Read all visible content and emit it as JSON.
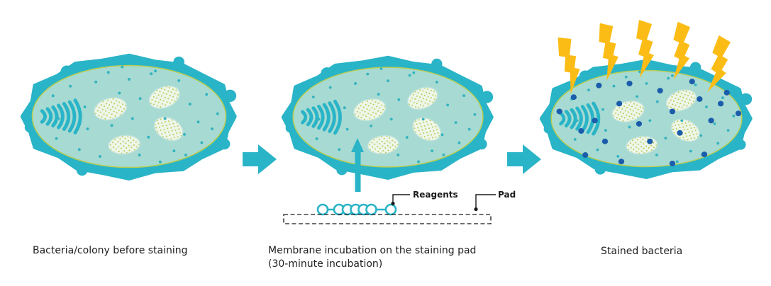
{
  "colors": {
    "teal": "#29b4c7",
    "colony_fill": "#a6dad3",
    "ring_green": "#b9cd52",
    "speckle_green": "#b6c94e",
    "vesicle_fill": "#eef6e9",
    "vesicle_stroke": "#bfe2d9",
    "dot_teal": "#33b3bf",
    "bolt_yellow": "#fbbc15",
    "stain_blue": "#1b5cab",
    "text_dark": "#232020",
    "line_black": "#1a1a1a"
  },
  "panels": {
    "before": {
      "caption": "Bacteria/colony before staining"
    },
    "incubation": {
      "caption_line1": "Membrane incubation on the staining pad",
      "caption_line2": "(30-minute incubation)",
      "reagents_label": "Reagents",
      "pad_label": "Pad"
    },
    "stained": {
      "caption": "Stained bacteria"
    }
  }
}
